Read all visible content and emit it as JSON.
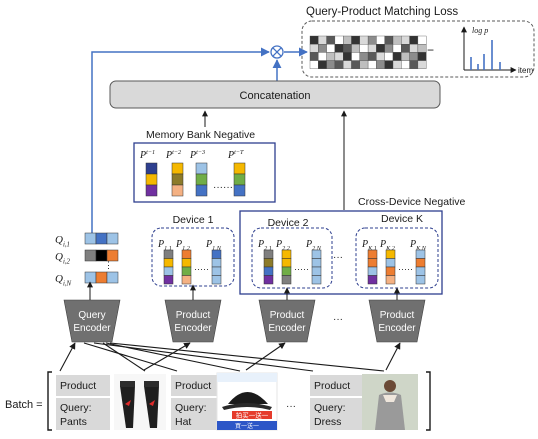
{
  "loss_title": "Query-Product Matching Loss",
  "log_p_label": "log p",
  "minus_sign": "−",
  "item_label": "item",
  "concatenation_label": "Concatenation",
  "memory_bank_title": "Memory Bank Negative",
  "memory_bank_slots": [
    "P^{t−1}",
    "P^{t−2}",
    "P^{t−3}",
    "P^{t−T}"
  ],
  "cross_device_title": "Cross-Device Negative",
  "queries": [
    "Q_{i,1}",
    "Q_{i,2}",
    "Q_{i,N}"
  ],
  "devices": [
    {
      "name": "Device 1",
      "products": [
        "P_{1,1}",
        "P_{1,2}",
        "P_{1,N}"
      ]
    },
    {
      "name": "Device 2",
      "products": [
        "P_{2,1}",
        "P_{2,2}",
        "P_{2,N}"
      ]
    },
    {
      "name": "Device K",
      "products": [
        "P_{K,1}",
        "P_{K,2}",
        "P_{K,N}"
      ]
    }
  ],
  "encoders": [
    "Query Encoder",
    "Product Encoder",
    "Product Encoder",
    "Product Encoder",
    "Product Encoder"
  ],
  "ellipsis": "···",
  "batch_label": "Batch =",
  "batch_items": [
    {
      "product": "Product",
      "query_prefix": "Query:",
      "query": "Pants"
    },
    {
      "product": "Product",
      "query_prefix": "Query:",
      "query": "Hat"
    },
    {
      "product": "Product",
      "query_prefix": "Query:",
      "query": "Dress"
    }
  ],
  "hat_image_text": [
    "拍买一送一",
    "買一送一"
  ],
  "colors": {
    "arrow_blue": "#4472c4",
    "encoder_gray": "#707070",
    "box_gray": "#d9d9d9",
    "navy": "#2e3f8f",
    "purple": "#7030a0",
    "gold": "#f5b800",
    "light_blue": "#9dc3e6",
    "olive": "#8c7b2a",
    "green": "#70ad47",
    "salmon": "#f4b183",
    "orange": "#ed7d31",
    "blue": "#4472c4",
    "gray": "#7f7f7f",
    "black": "#000000"
  }
}
